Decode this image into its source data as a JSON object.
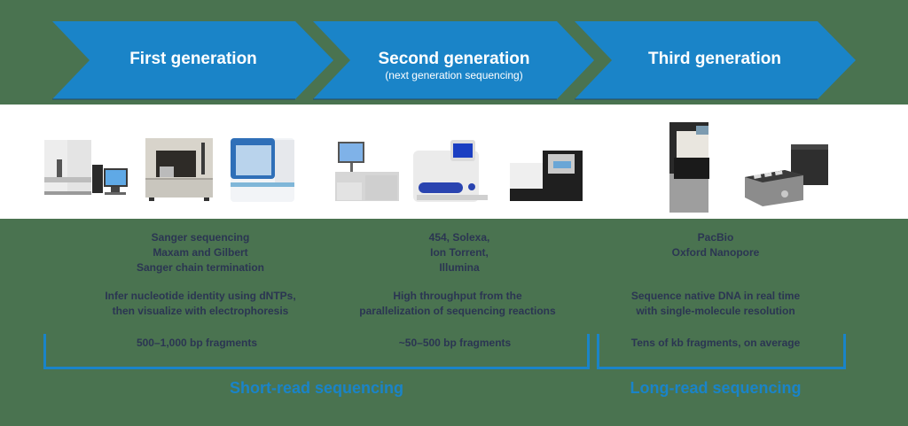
{
  "colors": {
    "background": "#4a7350",
    "arrow_fill": "#1a84c8",
    "photo_band": "#ffffff",
    "body_text": "#2b3552",
    "group_label": "#1a84c8"
  },
  "generations": [
    {
      "title": "First generation",
      "subtitle": "",
      "instruments": [
        "capillary-sequencer-with-workstation",
        "sanger-sequencer-gray",
        "genetic-analyzer-blue"
      ],
      "platforms": [
        "Sanger sequencing",
        "Maxam and Gilbert",
        "Sanger chain termination"
      ],
      "description": [
        "Infer nucleotide identity using dNTPs,",
        "then visualize with electrophoresis"
      ],
      "fragments": "500–1,000 bp fragments"
    },
    {
      "title": "Second generation",
      "subtitle": "(next generation sequencing)",
      "instruments": [
        "454-sequencer-with-monitor",
        "ion-torrent-chef",
        "illumina-benchtop-sequencer"
      ],
      "platforms": [
        "454, Solexa,",
        "Ion Torrent,",
        "Illumina"
      ],
      "description": [
        "High throughput from the",
        "parallelization of sequencing reactions"
      ],
      "fragments": "~50–500 bp fragments"
    },
    {
      "title": "Third generation",
      "subtitle": "",
      "instruments": [
        "pacbio-sequel-system",
        "oxford-nanopore-gridion"
      ],
      "platforms": [
        "PacBio",
        "Oxford Nanopore"
      ],
      "description": [
        "Sequence native DNA in real time",
        "with single-molecule resolution"
      ],
      "fragments": "Tens of kb fragments, on average"
    }
  ],
  "groups": [
    {
      "label": "Short-read sequencing"
    },
    {
      "label": "Long-read sequencing"
    }
  ]
}
